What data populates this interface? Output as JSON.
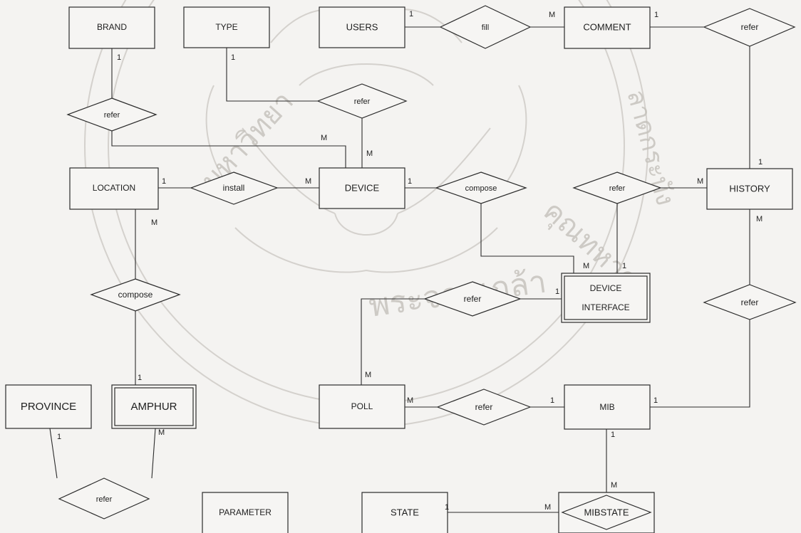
{
  "diagram": {
    "entities": {
      "brand": "BRAND",
      "type": "TYPE",
      "users": "USERS",
      "comment": "COMMENT",
      "location": "LOCATION",
      "device": "DEVICE",
      "history": "HISTORY",
      "device_interface_l1": "DEVICE",
      "device_interface_l2": "INTERFACE",
      "province": "PROVINCE",
      "amphur": "AMPHUR",
      "poll": "POLL",
      "mib": "MIB",
      "parameter": "PARAMETER",
      "state": "STATE"
    },
    "relationships": {
      "fill": "fill",
      "refer_comment_history": "refer",
      "refer_brand": "refer",
      "refer_type": "refer",
      "install": "install",
      "compose_device": "compose",
      "refer_interface_history": "refer",
      "compose_location": "compose",
      "refer_poll_interface": "refer",
      "refer_history_mib": "refer",
      "refer_poll_mib": "refer",
      "refer_province": "refer",
      "mibstate": "MIBSTATE"
    },
    "cardinality": {
      "users_fill": "1",
      "comment_fill": "M",
      "comment_refer": "1",
      "history_refer_top": "1",
      "brand_refer": "1",
      "type_refer": "1",
      "device_brand": "M",
      "device_type": "M",
      "location_install": "1",
      "device_install": "M",
      "device_compose": "1",
      "history_interface": "M",
      "history_mib": "M",
      "interface_compose": "M",
      "interface_history": "1",
      "location_compose": "M",
      "interface_poll": "1",
      "amphur_compose": "1",
      "poll_interface": "M",
      "poll_mib": "M",
      "mib_poll": "1",
      "mib_history": "1",
      "province_refer": "1",
      "amphur_refer": "M",
      "mib_mibstate": "1",
      "mibstate_mib": "M",
      "state_mibstate": "1",
      "mibstate_state": "M"
    }
  }
}
